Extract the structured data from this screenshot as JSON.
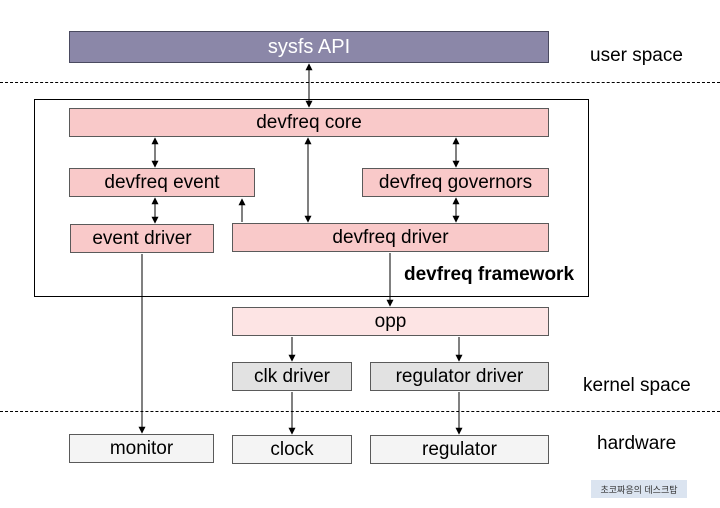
{
  "boxes": {
    "sysfs_api": "sysfs API",
    "devfreq_core": "devfreq core",
    "devfreq_event": "devfreq event",
    "devfreq_governors": "devfreq governors",
    "event_driver": "event driver",
    "devfreq_driver": "devfreq driver",
    "opp": "opp",
    "clk_driver": "clk driver",
    "regulator_driver": "regulator driver",
    "monitor": "monitor",
    "clock": "clock",
    "regulator": "regulator"
  },
  "labels": {
    "user_space": "user space",
    "kernel_space": "kernel space",
    "hardware": "hardware",
    "framework": "devfreq framework"
  },
  "watermark": "초코짜응의 데스크탑",
  "colors": {
    "sysfs": "#8b87a8",
    "pink": "#f9c9c9",
    "light_pink": "#fde4e4",
    "gray": "#e2e2e2"
  }
}
